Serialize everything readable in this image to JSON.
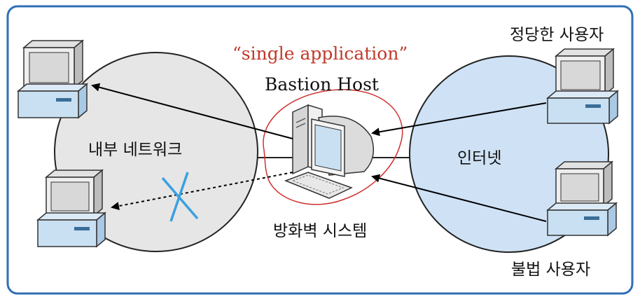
{
  "labels": {
    "internal_network": "내부 네트워크",
    "internet": "인터넷",
    "legit_user": "정당한 사용자",
    "illegal_user": "불법 사용자",
    "bastion_host": "Bastion Host",
    "single_application": "“single application”",
    "firewall_system": "방화벽 시스템"
  },
  "colors": {
    "frame": "#2f6fb5",
    "internal_circle": "#e6e6e6",
    "internet_circle": "#cfe2f5",
    "annotation_red": "#d03030",
    "blocked_x": "#3aa0e0",
    "computer_blue": "#c9e0f2"
  },
  "icons": {
    "computer": "desktop-computer-icon",
    "bastion": "bastion-host-computer-icon",
    "blocked": "blocked-x-icon"
  }
}
